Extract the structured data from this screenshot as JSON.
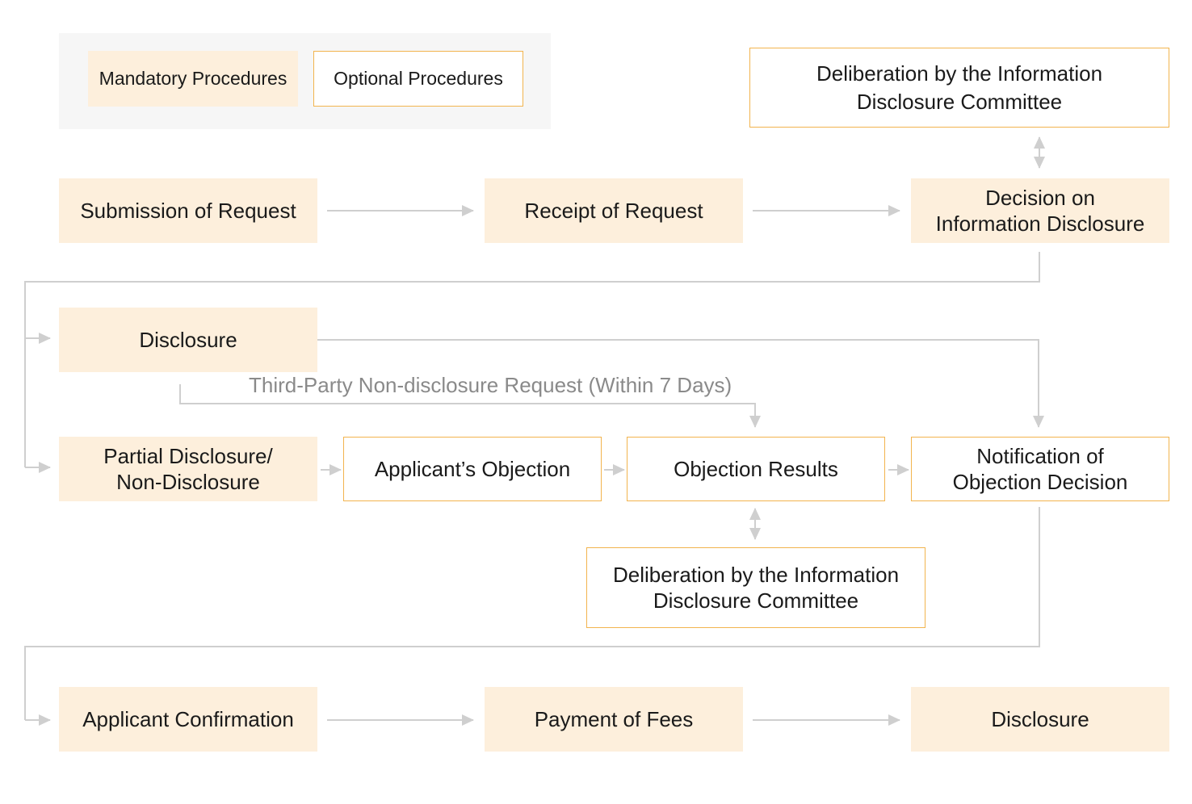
{
  "legend": {
    "mandatory_label": "Mandatory Procedures",
    "optional_label": "Optional Procedures"
  },
  "steps": {
    "submission": "Submission of Request",
    "receipt": "Receipt of Request",
    "decision_line1": "Decision on",
    "decision_line2": "Information Disclosure",
    "committee_top_line1": "Deliberation by the Information",
    "committee_top_line2": "Disclosure Committee",
    "disclosure": "Disclosure",
    "partial_line1": "Partial Disclosure/",
    "partial_line2": "Non-Disclosure",
    "applicant_objection": "Applicant’s Objection",
    "objection_results": "Objection Results",
    "notification_line1": "Notification of",
    "notification_line2": "Objection Decision",
    "committee_mid_line1": "Deliberation by the Information",
    "committee_mid_line2": "Disclosure Committee",
    "applicant_confirmation": "Applicant Confirmation",
    "payment": "Payment of Fees",
    "final_disclosure": "Disclosure"
  },
  "annotations": {
    "third_party": "Third-Party Non-disclosure Request (Within 7 Days)"
  },
  "colors": {
    "mandatory_fill": "#fdefdc",
    "optional_border": "#f2b44e",
    "connector": "#cfcfcf",
    "legend_panel": "#f6f6f6"
  }
}
